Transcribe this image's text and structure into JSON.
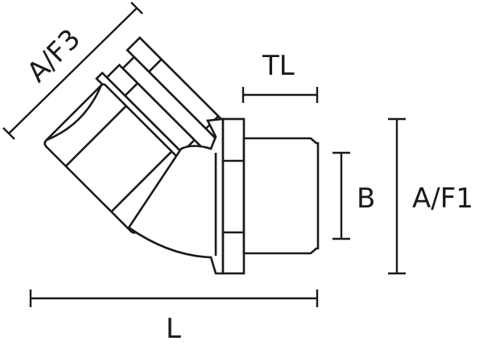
{
  "diagram": {
    "subject": "45-degree elbow conduit fitting with hex nut and threaded end",
    "colors": {
      "stroke": "#1a1a1a",
      "background": "#ffffff"
    },
    "dimensions": {
      "af3": {
        "label": "A/F3"
      },
      "tl": {
        "label": "TL"
      },
      "b": {
        "label": "B"
      },
      "af1": {
        "label": "A/F1"
      },
      "l": {
        "label": "L"
      }
    }
  }
}
